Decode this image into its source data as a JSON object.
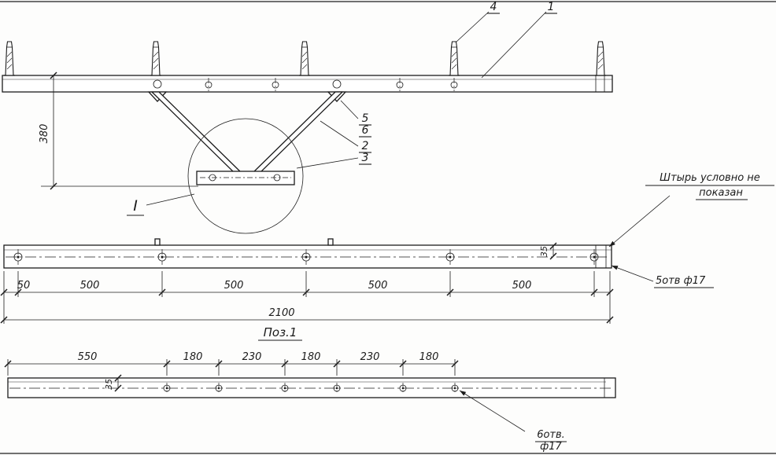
{
  "views": {
    "front": {
      "dim_height": "380",
      "callout_pin": "4",
      "callout_beam": "1",
      "callout_5": "5",
      "callout_6": "6",
      "callout_2": "2",
      "callout_3": "3",
      "detail_mark": "I"
    },
    "plan": {
      "dim_thickness": "35",
      "chain_dims": [
        "50",
        "500",
        "500",
        "500",
        "500"
      ],
      "dim_total": "2100",
      "position_label": "Поз.1",
      "note_pin_line1": "Штырь условно не",
      "note_pin_line2": "показан",
      "note_holes": "5отв ф17"
    },
    "bottom": {
      "dim_thickness": "35",
      "chain_dims": [
        "550",
        "180",
        "230",
        "180",
        "230",
        "180"
      ],
      "note_holes_line1": "6отв.",
      "note_holes_line2": "ф17"
    }
  }
}
